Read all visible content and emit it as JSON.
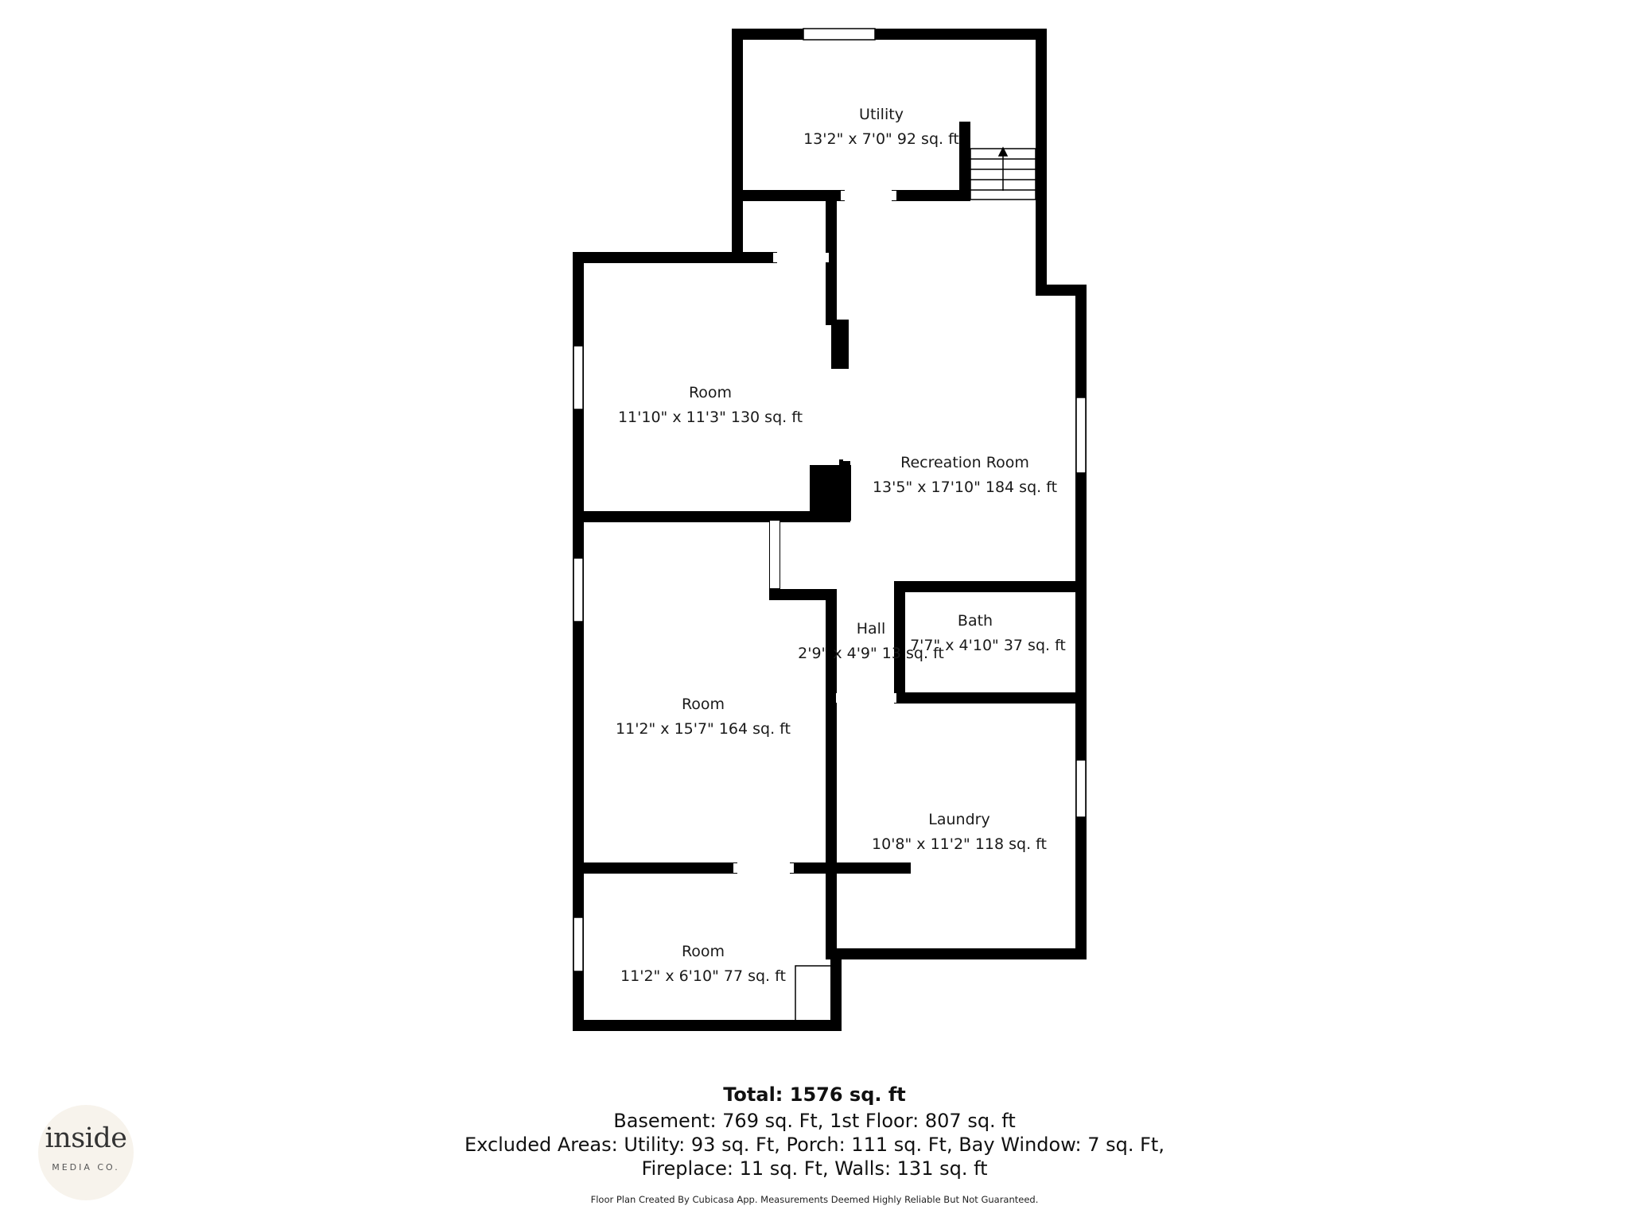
{
  "rooms": [
    {
      "name": "Utility",
      "size": "13'2\" x 7'0\" 92 sq. ft"
    },
    {
      "name": "Room",
      "size": "11'10\" x 11'3\" 130 sq. ft"
    },
    {
      "name": "Recreation Room",
      "size": "13'5\" x 17'10\" 184 sq. ft"
    },
    {
      "name": "Hall",
      "size": "2'9\" x 4'9\" 13 sq. ft"
    },
    {
      "name": "Bath",
      "size": "7'7\" x 4'10\" 37 sq. ft"
    },
    {
      "name": "Room",
      "size": "11'2\" x 15'7\" 164 sq. ft"
    },
    {
      "name": "Laundry",
      "size": "10'8\" x 11'2\" 118 sq. ft"
    },
    {
      "name": "Room",
      "size": "11'2\" x 6'10\" 77 sq. ft"
    }
  ],
  "summary": {
    "total": "Total: 1576 sq. ft",
    "line1": "Basement: 769 sq. Ft, 1st Floor: 807 sq. ft",
    "line2": "Excluded Areas: Utility: 93 sq. Ft, Porch: 111 sq. Ft, Bay Window: 7 sq. Ft,",
    "line3": "Fireplace: 11 sq. Ft, Walls: 131 sq. ft",
    "disclaimer": "Floor Plan Created By Cubicasa App. Measurements Deemed Highly Reliable But Not Guaranteed."
  },
  "logo": {
    "main": "inside",
    "sub": "MEDIA CO."
  },
  "colors": {
    "wall": "#000000",
    "background": "#ffffff",
    "logo_bg": "#f7f3ec"
  }
}
